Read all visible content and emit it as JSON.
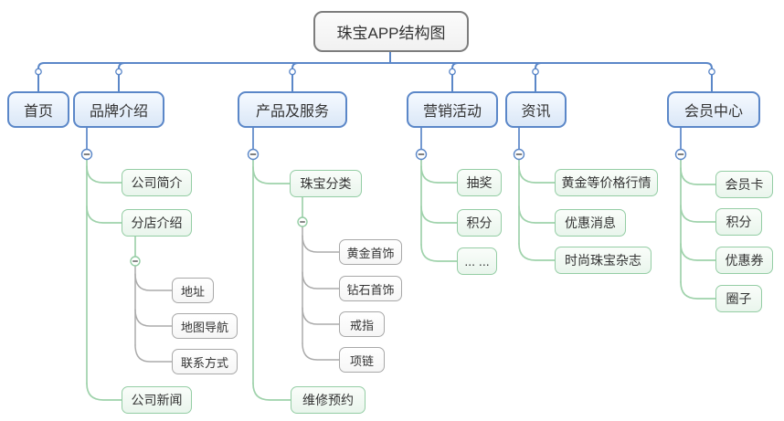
{
  "diagram_title": "珠宝APP结构图",
  "colors": {
    "level1_border": "#5b87c8",
    "level1_fill": "#dae7f7",
    "level1_line": "#5b87c8",
    "level2_border": "#94cda4",
    "level2_fill": "#e9f5ec",
    "level2_line": "#9fd2ab",
    "level3_border": "#a8a8a8",
    "level3_fill": "#ffffff",
    "level3_line": "#ababab",
    "root_border": "#7d7d7d",
    "text": "#333333"
  },
  "icons": {
    "collapse": "minus-circle",
    "connection_dot": "small-hollow-circle"
  },
  "tree": {
    "root": {
      "label": "珠宝APP结构图"
    },
    "branches": [
      {
        "label": "首页",
        "children": []
      },
      {
        "label": "品牌介绍",
        "children": [
          {
            "label": "公司简介"
          },
          {
            "label": "分店介绍",
            "children": [
              {
                "label": "地址"
              },
              {
                "label": "地图导航"
              },
              {
                "label": "联系方式"
              }
            ]
          },
          {
            "label": "公司新闻"
          }
        ]
      },
      {
        "label": "产品及服务",
        "children": [
          {
            "label": "珠宝分类",
            "children": [
              {
                "label": "黄金首饰"
              },
              {
                "label": "钻石首饰"
              },
              {
                "label": "戒指"
              },
              {
                "label": "项链"
              }
            ]
          },
          {
            "label": "维修预约"
          }
        ]
      },
      {
        "label": "营销活动",
        "children": [
          {
            "label": "抽奖"
          },
          {
            "label": "积分"
          },
          {
            "label": "... ..."
          }
        ]
      },
      {
        "label": "资讯",
        "children": [
          {
            "label": "黄金等价格行情"
          },
          {
            "label": "优惠消息"
          },
          {
            "label": "时尚珠宝杂志"
          }
        ]
      },
      {
        "label": "会员中心",
        "children": [
          {
            "label": "会员卡"
          },
          {
            "label": "积分"
          },
          {
            "label": "优惠券"
          },
          {
            "label": "圈子"
          }
        ]
      }
    ]
  }
}
